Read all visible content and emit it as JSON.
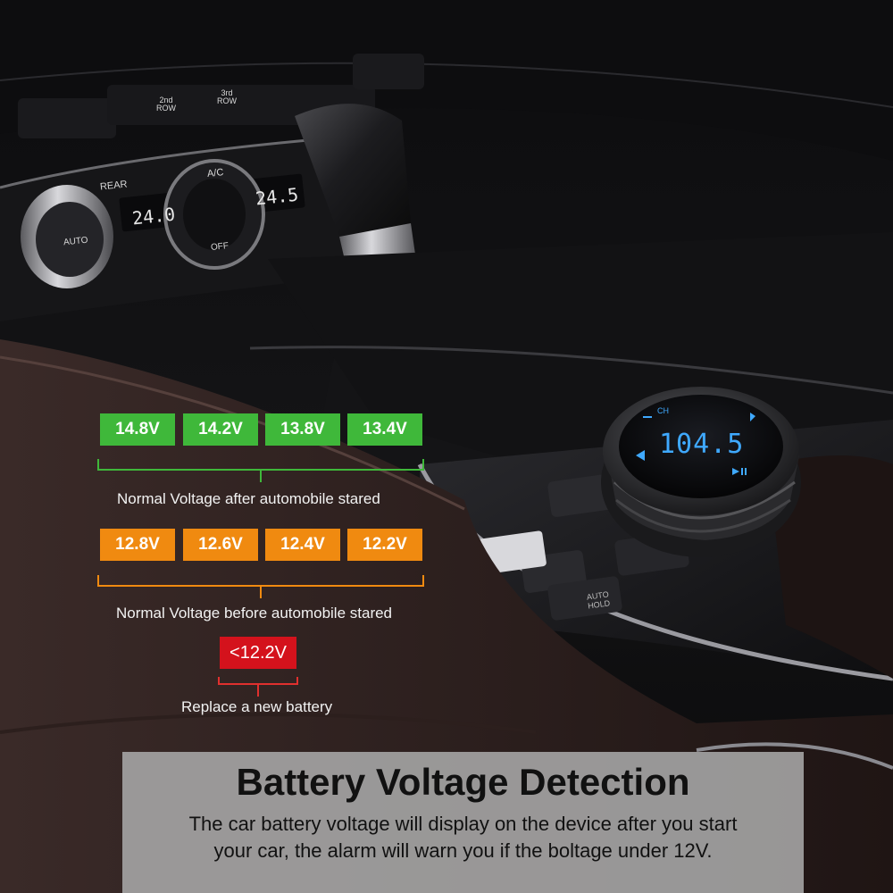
{
  "panel": {
    "left_row1": "24.0",
    "right_row1": "24.5",
    "rear_label": "REAR",
    "ac_label": "A/C",
    "auto_label": "AUTO",
    "off_label": "OFF",
    "row2_label": "2nd",
    "row3_label": "3rd",
    "row_word": "ROW",
    "auto_hold": "AUTO HOLD"
  },
  "device": {
    "display": "104.5",
    "ch_label": "CH"
  },
  "voltage": {
    "normal_after": {
      "values": [
        "14.8V",
        "14.2V",
        "13.8V",
        "13.4V"
      ],
      "label": "Normal Voltage after automobile stared",
      "color": "#3fb83a"
    },
    "normal_before": {
      "values": [
        "12.8V",
        "12.6V",
        "12.4V",
        "12.2V"
      ],
      "label": "Normal Voltage before automobile stared",
      "color": "#f08a10"
    },
    "low": {
      "value": "<12.2V",
      "label": "Replace a new battery",
      "color": "#d4121c"
    }
  },
  "banner": {
    "title": "Battery Voltage Detection",
    "line1": "The car battery voltage will display on the device after you start",
    "line2": "your car, the alarm will warn you if the boltage under 12V."
  },
  "colors": {
    "device_display": "#3fa9ff",
    "panel_text": "#e8e8e8",
    "warning_red": "#e0302e"
  }
}
